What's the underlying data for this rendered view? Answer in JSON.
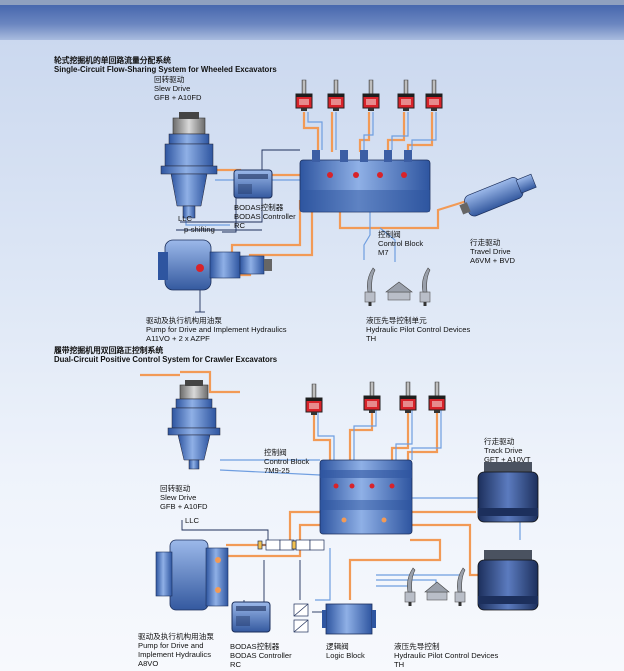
{
  "colors": {
    "hydraulic_line": "#f29a56",
    "pilot_line": "#6f9ee0",
    "signal_line": "#1f2f5a",
    "unit_blue": "#4e76c0",
    "valve_red": "#d8232a"
  },
  "section1": {
    "title_cn": "轮式挖掘机的单回路流量分配系统",
    "title_en": "Single-Circuit Flow-Sharing System for Wheeled Excavators",
    "slew": {
      "cn": "回转驱动",
      "en": "Slew Drive",
      "model": "GFB + A10FD"
    },
    "bodas": {
      "cn": "BODAS控制器",
      "en": "BODAS Controller",
      "model": "RC"
    },
    "llc": "LLC",
    "p_shifting": "p-shifting",
    "control_block": {
      "cn": "控制阀",
      "en": "Control Block",
      "model": "M7"
    },
    "travel": {
      "cn": "行走驱动",
      "en": "Travel Drive",
      "model": "A6VM + BVD"
    },
    "pump": {
      "cn": "驱动及执行机构用油泵",
      "en": "Pump for Drive and Implement Hydraulics",
      "model": "A11VO + 2 x AZPF"
    },
    "pilot": {
      "cn": "液压先导控制单元",
      "en": "Hydraulic Pilot Control Devices",
      "model": "TH"
    }
  },
  "section2": {
    "title_cn": "履带挖掘机用双回路正控制系统",
    "title_en": "Dual-Circuit Positive Control System for Crawler Excavators",
    "control_block": {
      "cn": "控制阀",
      "en": "Control Block",
      "model": "7M9-25"
    },
    "track": {
      "cn": "行走驱动",
      "en": "Track Drive",
      "model": "GFT + A10VT"
    },
    "slew": {
      "cn": "回转驱动",
      "en": "Slew Drive",
      "model": "GFB + A10FD"
    },
    "llc": "LLC",
    "pump": {
      "cn": "驱动及执行机构用油泵",
      "en1": "Pump for Drive and",
      "en2": "Implement Hydraulics",
      "model": "A8VO"
    },
    "bodas": {
      "cn": "BODAS控制器",
      "en": "BODAS Controller",
      "model": "RC"
    },
    "logic": {
      "cn": "逻辑阀",
      "en": "Logic Block"
    },
    "pilot": {
      "cn": "液压先导控制",
      "en": "Hydraulic Pilot Control Devices",
      "model": "TH"
    }
  }
}
